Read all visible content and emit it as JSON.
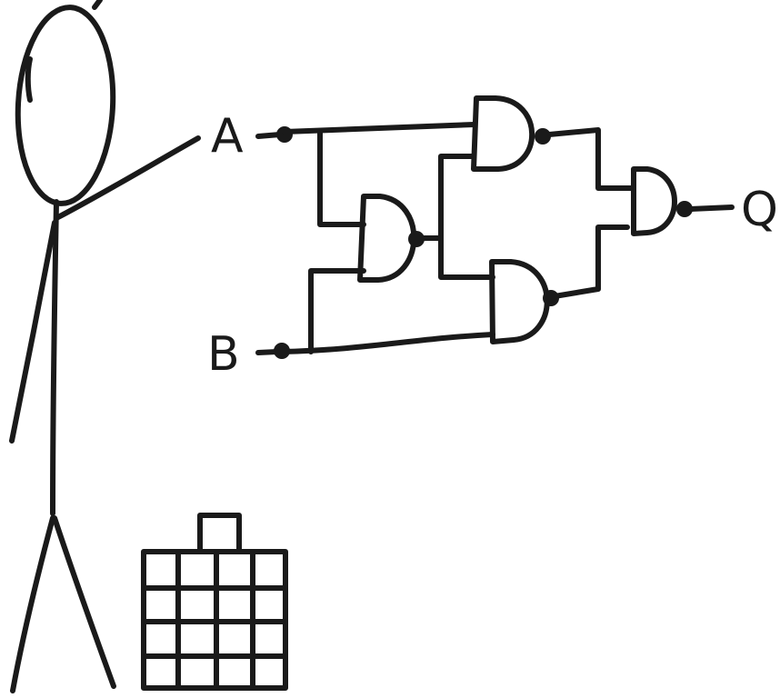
{
  "diagram": {
    "inputs": {
      "a": "A",
      "b": "B"
    },
    "output": {
      "q": "Q"
    }
  }
}
